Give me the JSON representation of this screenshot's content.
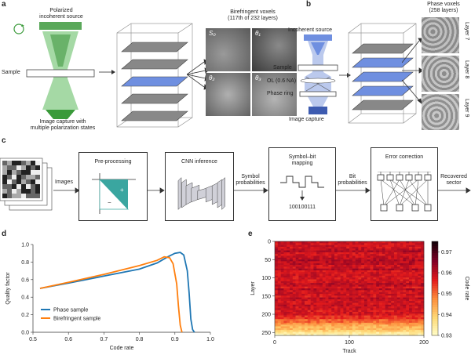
{
  "panel_a": {
    "label": "a",
    "source_label": [
      "Polarized",
      "incoherent source"
    ],
    "sample_label": "Sample",
    "capture_label": [
      "Image capture with",
      "multiple polarization states"
    ],
    "voxels_title": [
      "Birefringent voxels",
      "(117th of 232 layers)"
    ],
    "tile_labels": [
      "S₀",
      "θ₁",
      "θ₂",
      "θ₃"
    ]
  },
  "panel_b": {
    "label": "b",
    "source_label": "Incoherent source",
    "sample_label": "Sample",
    "ol_label": "OL (0.6 NA)",
    "ring_label": "Phase ring",
    "capture_label": "Image capture",
    "voxels_title": [
      "Phase voxels",
      "(258 layers)"
    ],
    "layer_labels": [
      "Layer 7",
      "Layer 8",
      "Layer 9"
    ]
  },
  "panel_c": {
    "label": "c",
    "images_label": "Images",
    "steps": [
      "Pre-processing",
      "CNN inference",
      "Symbol–bit mapping",
      "Error correction"
    ],
    "symbol_probs_label": [
      "Symbol",
      "probabilities"
    ],
    "bit_probs_label": [
      "Bit",
      "probabilities"
    ],
    "recovered_label": [
      "Recovered",
      "sector"
    ],
    "bits_text": "100100111"
  },
  "panel_d": {
    "label": "d",
    "chart_data": {
      "type": "line",
      "xlabel": "Code rate",
      "ylabel": "Quality factor",
      "xlim": [
        0.5,
        1.0
      ],
      "ylim": [
        0.0,
        1.0
      ],
      "xticks": [
        0.5,
        0.6,
        0.7,
        0.8,
        0.9,
        1.0
      ],
      "yticks": [
        0.0,
        0.2,
        0.4,
        0.6,
        0.8,
        1.0
      ],
      "legend_position": "lower-left",
      "series": [
        {
          "name": "Phase sample",
          "color": "#1f77b4",
          "x": [
            0.52,
            0.6,
            0.7,
            0.8,
            0.85,
            0.88,
            0.9,
            0.915,
            0.925,
            0.935,
            0.94,
            0.945,
            0.95,
            0.955
          ],
          "y": [
            0.5,
            0.56,
            0.64,
            0.72,
            0.79,
            0.86,
            0.9,
            0.91,
            0.88,
            0.7,
            0.45,
            0.15,
            0.03,
            0.0
          ]
        },
        {
          "name": "Birefringent sample",
          "color": "#ff7f0e",
          "x": [
            0.52,
            0.6,
            0.7,
            0.8,
            0.85,
            0.87,
            0.885,
            0.895,
            0.905,
            0.91,
            0.915,
            0.92
          ],
          "y": [
            0.5,
            0.57,
            0.66,
            0.76,
            0.82,
            0.86,
            0.85,
            0.78,
            0.55,
            0.3,
            0.08,
            0.0
          ]
        }
      ]
    }
  },
  "panel_e": {
    "label": "e",
    "chart_data": {
      "type": "heatmap",
      "xlabel": "Track",
      "ylabel": "Layer",
      "colorbar_label": "Code rate",
      "xticks": [
        0,
        100,
        200
      ],
      "yticks": [
        0,
        50,
        100,
        150,
        200,
        250
      ],
      "colorbar_ticks": [
        0.97,
        0.96,
        0.95,
        0.94,
        0.93
      ],
      "xlim": [
        0,
        200
      ],
      "ylim": [
        0,
        258
      ],
      "crange": [
        0.93,
        0.975
      ],
      "trend": "code rate ~0.96 in upper layers (0–200), decreasing to ~0.93–0.94 near layers 220–258"
    }
  },
  "colors": {
    "blue_layer": "#6f8fe0",
    "green_beam": "#5aa85a",
    "teal": "#3aa6a0",
    "plate": "#777777"
  }
}
